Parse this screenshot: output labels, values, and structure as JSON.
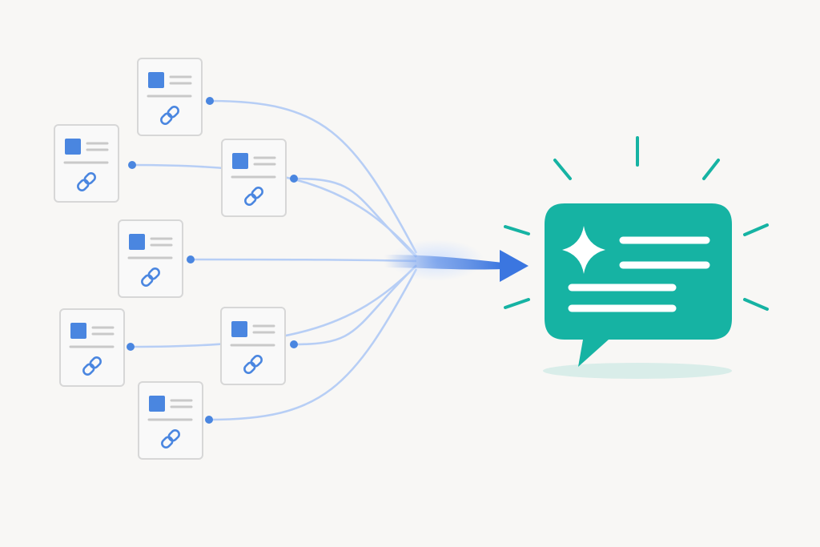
{
  "diagram": {
    "colors": {
      "background": "#f8f7f5",
      "card_border": "#d7d7d7",
      "card_fill": "#f9f9f9",
      "doc_square": "#4a86e0",
      "doc_line": "#c9c9c9",
      "link_icon": "#4a86e0",
      "connector": "#b7cef5",
      "connector_dot": "#4a86e0",
      "arrow": "#3b76e0",
      "bubble": "#16b3a3",
      "bubble_lines": "#ffffff",
      "bubble_shadow": "#d9ede9",
      "rays": "#16b3a3"
    },
    "sources": [
      {
        "name": "source-doc-1",
        "icon": "link-icon"
      },
      {
        "name": "source-doc-2",
        "icon": "link-icon"
      },
      {
        "name": "source-doc-3",
        "icon": "link-icon"
      },
      {
        "name": "source-doc-4",
        "icon": "link-icon"
      },
      {
        "name": "source-doc-5",
        "icon": "link-icon"
      },
      {
        "name": "source-doc-6",
        "icon": "link-icon"
      },
      {
        "name": "source-doc-7",
        "icon": "link-icon"
      }
    ],
    "output": {
      "icon": "chat-bubble-icon",
      "accent_icon": "sparkle-icon",
      "text_lines": 4
    }
  }
}
